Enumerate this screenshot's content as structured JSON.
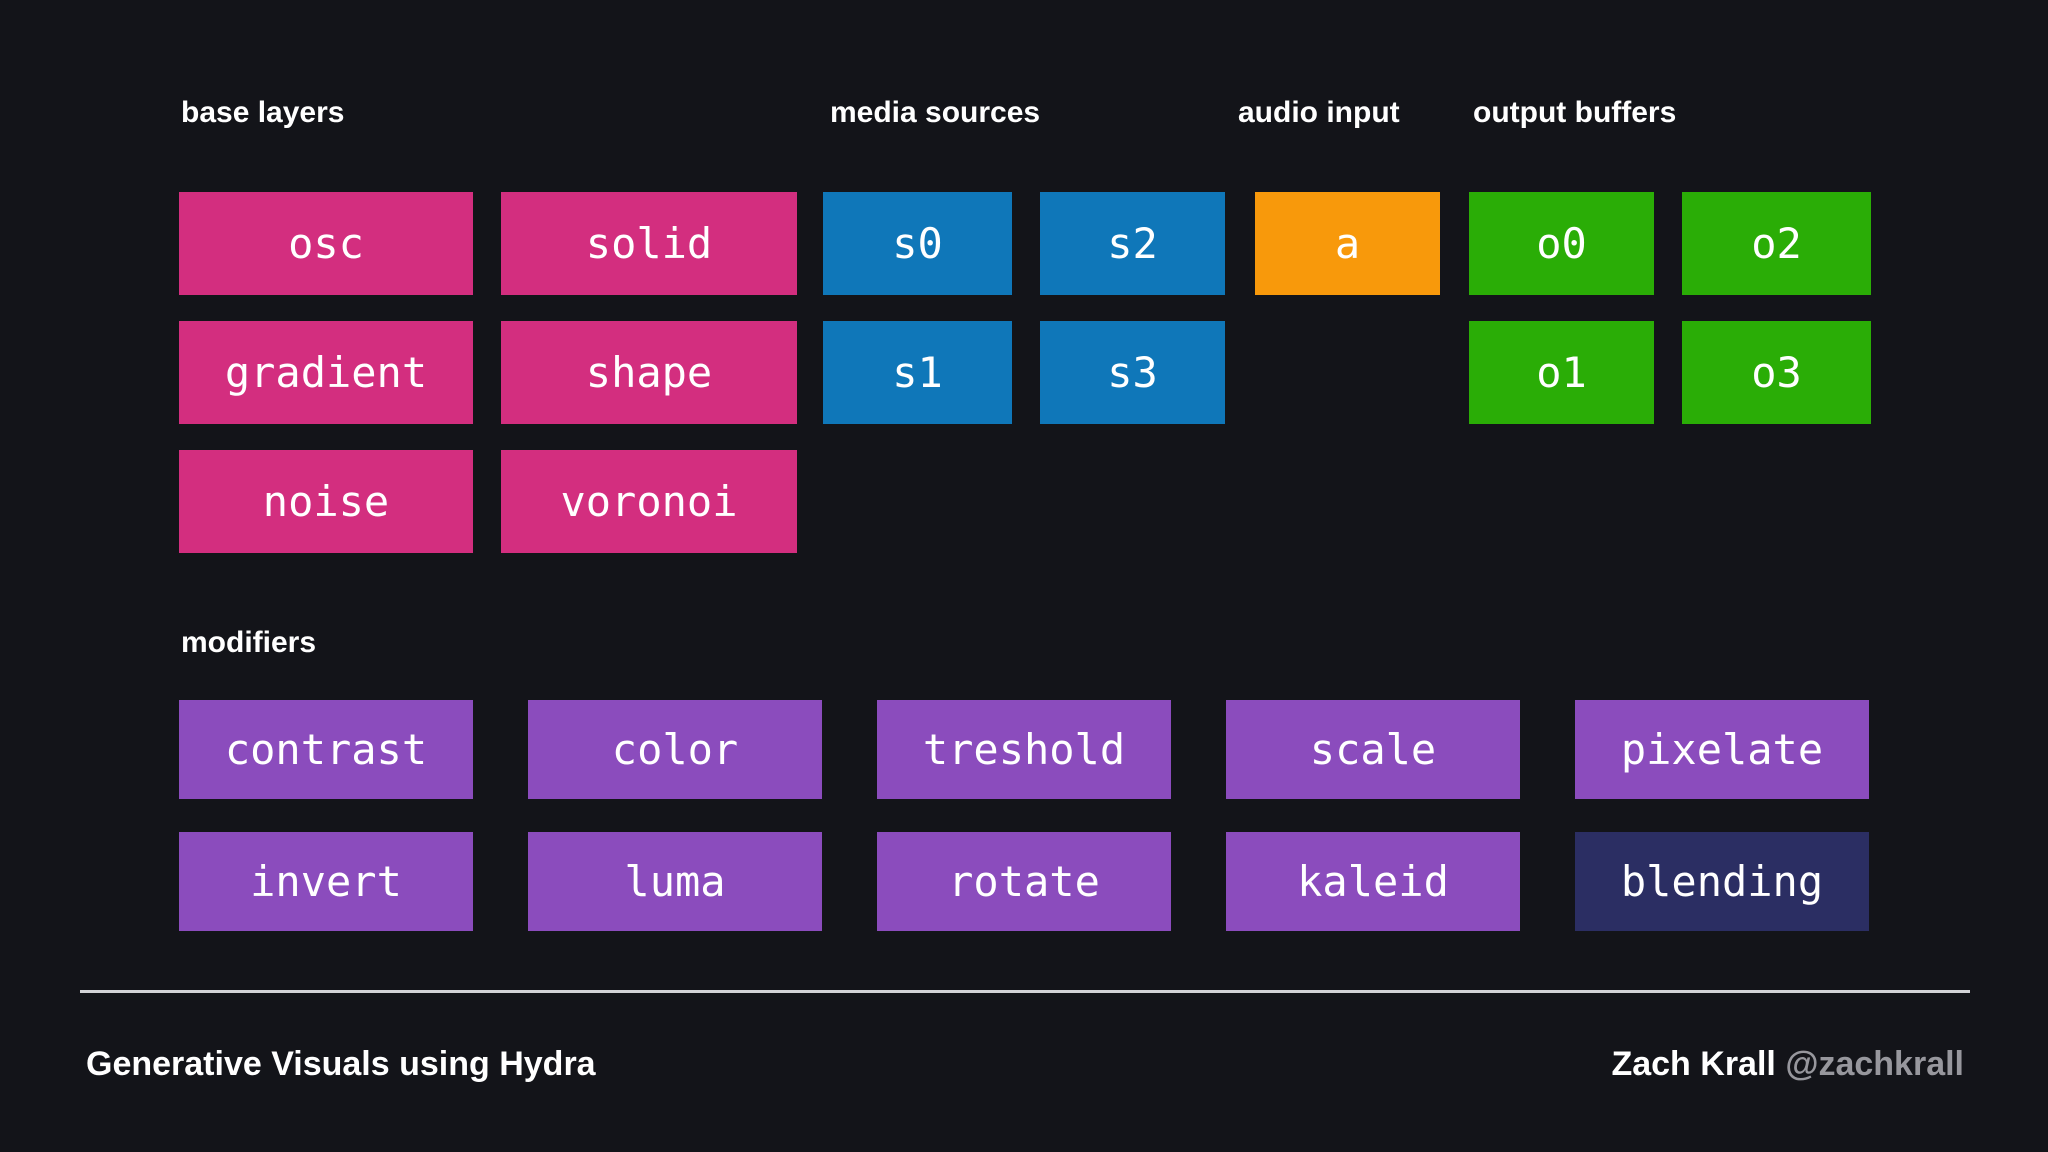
{
  "colors": {
    "background": "#131419",
    "base_layers": "#d32e7f",
    "media_sources": "#0f77b9",
    "audio_input": "#f8990b",
    "output_buffers": "#2aad06",
    "modifiers": "#8b4cbd",
    "blending_block": "#2b2e63",
    "divider": "#d3d3d7",
    "label_text": "#ffffff",
    "handle_text": "#97979d"
  },
  "sections": {
    "base_layers": {
      "label": "base layers",
      "items": [
        "osc",
        "solid",
        "gradient",
        "shape",
        "noise",
        "voronoi"
      ]
    },
    "media_sources": {
      "label": "media sources",
      "items": [
        "s0",
        "s2",
        "s1",
        "s3"
      ]
    },
    "audio_input": {
      "label": "audio input",
      "items": [
        "a"
      ]
    },
    "output_buffers": {
      "label": "output buffers",
      "items": [
        "o0",
        "o2",
        "o1",
        "o3"
      ]
    },
    "modifiers": {
      "label": "modifiers",
      "items": [
        "contrast",
        "color",
        "treshold",
        "scale",
        "pixelate",
        "invert",
        "luma",
        "rotate",
        "kaleid",
        "blending"
      ]
    }
  },
  "footer": {
    "title": "Generative Visuals using Hydra",
    "author": "Zach Krall",
    "handle": "@zachkrall"
  }
}
